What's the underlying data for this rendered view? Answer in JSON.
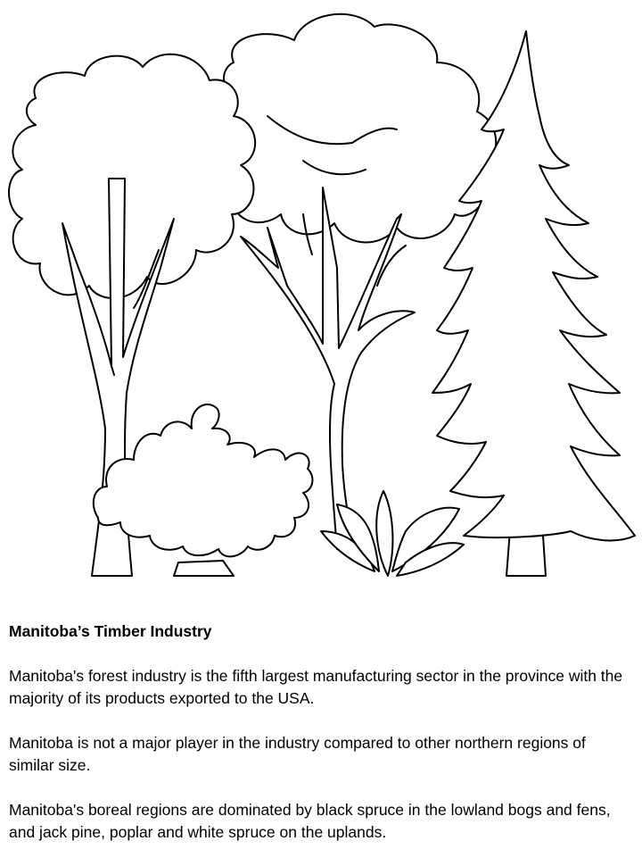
{
  "document": {
    "title": "Manitoba’s Timber Industry",
    "paragraphs": [
      "Manitoba's forest industry is the fifth largest manufacturing sector in the province with the majority of its products exported to the USA.",
      "Manitoba is not a major player in the industry compared to other northern regions of similar size.",
      "Manitoba's boreal regions are dominated by black spruce in the lowland bogs and fens, and jack pine, poplar and white spruce on the uplands."
    ]
  }
}
